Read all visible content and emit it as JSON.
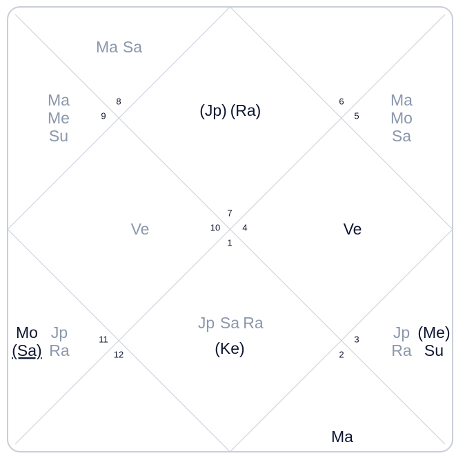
{
  "chart": {
    "style": "north-indian",
    "colors": {
      "active": "#0d1530",
      "dim": "#8b97ab",
      "line": "#c9ced8"
    },
    "house_numbers": [
      "7",
      "6",
      "5",
      "4",
      "3",
      "2",
      "1",
      "12",
      "11",
      "10",
      "9",
      "8"
    ],
    "planets": [
      {
        "house_ref": 7,
        "label": "Ma",
        "shade": "dim"
      },
      {
        "house_ref": 7,
        "label": "Sa",
        "shade": "dim"
      },
      {
        "house_ref": 6,
        "label": "Ma",
        "shade": "dim"
      },
      {
        "house_ref": 6,
        "label": "Me",
        "shade": "dim"
      },
      {
        "house_ref": 6,
        "label": "Su",
        "shade": "dim"
      },
      {
        "house_ref": 8,
        "label": "(Jp)",
        "shade": "active"
      },
      {
        "house_ref": 8,
        "label": "(Ra)",
        "shade": "active"
      },
      {
        "house_ref": 10,
        "label": "Ma",
        "shade": "dim"
      },
      {
        "house_ref": 10,
        "label": "Mo",
        "shade": "dim"
      },
      {
        "house_ref": 10,
        "label": "Sa",
        "shade": "dim"
      },
      {
        "house_ref": 5,
        "label": "Ve",
        "shade": "dim"
      },
      {
        "house_ref": 11,
        "label": "Ve",
        "shade": "active"
      },
      {
        "house_ref": 4,
        "label": "Mo",
        "shade": "active"
      },
      {
        "house_ref": 4,
        "label": "(Sa)",
        "shade": "active",
        "underline": true
      },
      {
        "house_ref": 4,
        "label": "Jp",
        "shade": "dim"
      },
      {
        "house_ref": 4,
        "label": "Ra",
        "shade": "dim"
      },
      {
        "house_ref": 2,
        "label": "Jp",
        "shade": "dim"
      },
      {
        "house_ref": 2,
        "label": "Sa",
        "shade": "dim"
      },
      {
        "house_ref": 2,
        "label": "Ra",
        "shade": "dim"
      },
      {
        "house_ref": 2,
        "label": "(Ke)",
        "shade": "active"
      },
      {
        "house_ref": 12,
        "label": "Jp",
        "shade": "dim"
      },
      {
        "house_ref": 12,
        "label": "(Me)",
        "shade": "active"
      },
      {
        "house_ref": 12,
        "label": "Ra",
        "shade": "dim"
      },
      {
        "house_ref": 12,
        "label": "Su",
        "shade": "active"
      },
      {
        "house_ref": 1,
        "label": "Ma",
        "shade": "active"
      }
    ]
  }
}
